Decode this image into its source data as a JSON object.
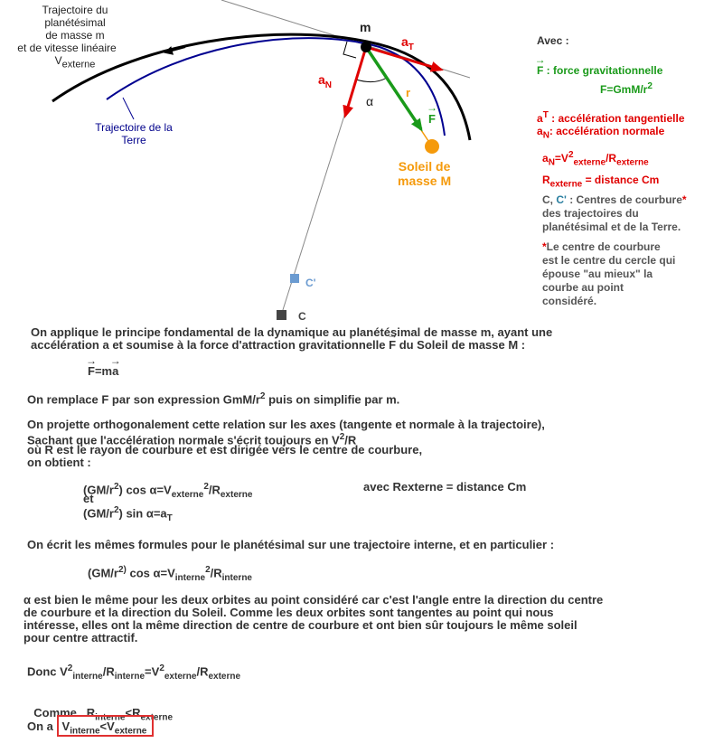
{
  "diagram": {
    "traj_planet": [
      "Trajectoire du",
      "planétésimal",
      "de masse m",
      "et de vitesse linéaire"
    ],
    "v_ext_main": "V",
    "v_ext_sub": "externe",
    "traj_earth": [
      "Trajectoire de la",
      "Terre"
    ],
    "m_label": "m",
    "aT_main": "a",
    "aT_sub": "T",
    "aN_main": "a",
    "aN_sub": "N",
    "alpha": "α",
    "r_label": "r",
    "F_label": "F",
    "sun": [
      "Soleil de",
      "masse M"
    ],
    "c_prime": "C'",
    "c": "C",
    "colors": {
      "red": "#e00000",
      "green": "#1a9a1a",
      "orange": "#f59a0b",
      "navy": "#000090",
      "steel": "#6b9bd1"
    }
  },
  "legend": {
    "avec": "Avec :",
    "f_vec": "F",
    "f_desc": " : force gravitationnelle",
    "f_formula_main": "F=GmM/r",
    "f_formula_sup": "2",
    "aT_main": "a",
    "aT_sub": "T",
    "aT_desc": " : accélération tangentielle",
    "aN_main": "a",
    "aN_sub": "N",
    "aN_desc": ": accélération normale",
    "aN_eq_a": "a",
    "aN_eq_sub1": "N",
    "aN_eq_mid": "=V",
    "aN_eq_sup": "2",
    "aN_eq_sub2": "externe",
    "aN_eq_slash": "/R",
    "aN_eq_sub3": "externe",
    "r_main": "R",
    "r_sub": "externe",
    "r_desc": " = distance Cm",
    "c_label": "C, ",
    "cprime_label": "C'",
    "c_desc": " : Centres de courbure",
    "c_star": "*",
    "c_lines": [
      "des trajectoires du",
      "planétésimal et de la Terre."
    ],
    "note_star": "*",
    "note_lines": [
      "Le centre de courbure",
      "est le centre du cercle qui",
      "épouse \"au mieux\" la",
      "courbe au point",
      "considéré."
    ]
  },
  "body": {
    "p1_line1": "On applique le principe fondamental de la dynamique au planétésimal de masse m, ayant une",
    "p1_line2_a": "accélération a et soumise à la force d'attraction gravitationnelle ",
    "p1_line2_F": "F",
    "p1_line2_b": " du Soleil de masse M :",
    "fma_F": "F",
    "fma_mid": "=m",
    "fma_a": "a",
    "p2_a": "On remplace F par son expression GmM/r",
    "p2_sup": "2",
    "p2_b": " puis on simplifie par m.",
    "p3_line1": "On projette orthogonalement cette relation sur les axes (tangente et normale à la trajectoire),",
    "p3_line2_a": "Sachant que l'accélération normale s'écrit toujours en V",
    "p3_line2_sup": "2",
    "p3_line2_b": "/R",
    "p3_line3": "où R est le rayon de courbure et est dirigée vers le centre de courbure,",
    "p3_line4": "on obtient :",
    "eq1_a": "(GM/r",
    "eq1_sup": "2",
    "eq1_b": ") cos α=V",
    "eq1_sub1": "externe",
    "eq1_sup2": "2",
    "eq1_c": "/R",
    "eq1_sub2": "externe",
    "eq1_note": "avec Rexterne = distance Cm",
    "et": "et",
    "eq2_a": "(GM/r",
    "eq2_sup": "2",
    "eq2_b": ") sin α=a",
    "eq2_sub": "T",
    "p4": "On écrit les mêmes formules pour le planétésimal sur une trajectoire interne, et en particulier :",
    "eq3_a": "(GM/r",
    "eq3_sup": "2)",
    "eq3_b": " cos α=V",
    "eq3_sub1": "interne",
    "eq3_sup2": "2",
    "eq3_c": "/R",
    "eq3_sub2": "interne",
    "p5_lines": [
      "α est bien le même pour les deux orbites au point considéré car c'est l'angle entre la direction du centre",
      "de courbure et la direction du Soleil. Comme les deux orbites sont tangentes au point qui nous",
      "intéresse, elles ont la même direction de centre de courbure et ont bien sûr toujours le même soleil",
      "pour centre attractif."
    ],
    "donc_a": "Donc V",
    "donc_sup1": "2",
    "donc_sub1": "interne",
    "donc_b": "/R",
    "donc_sub2": "interne",
    "donc_c": "=V",
    "donc_sup2": "2",
    "donc_sub3": "externe",
    "donc_d": "/R",
    "donc_sub4": "externe",
    "comme_a": "Comme   R",
    "comme_sub1": "interne",
    "comme_b": "<R",
    "comme_sub2": "externe",
    "ona": "On a ",
    "res_a": "V",
    "res_sub1": "interne",
    "res_b": "<V",
    "res_sub2": "externe"
  }
}
